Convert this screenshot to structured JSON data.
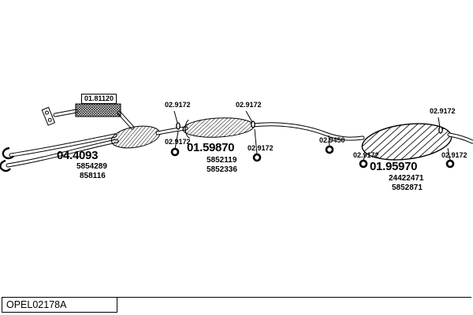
{
  "drawing_code": "OPEL02178A",
  "parts": {
    "flex_pipe": {
      "code": "01.81120"
    },
    "front_section": {
      "code": "04.4093",
      "refs": [
        "5854289",
        "858116"
      ]
    },
    "centre_silencer": {
      "code": "01.59870",
      "refs": [
        "5852119",
        "5852336"
      ]
    },
    "rear_silencer": {
      "code": "01.95970",
      "refs": [
        "24422471",
        "5852871"
      ]
    },
    "clamp": {
      "code": "02.9172"
    },
    "mounting": {
      "code": "02.9450"
    }
  }
}
